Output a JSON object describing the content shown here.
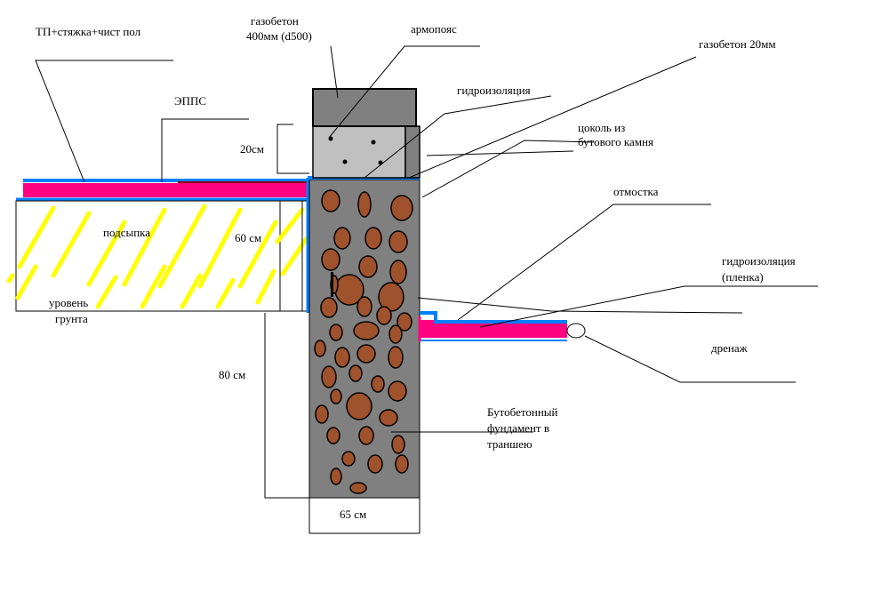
{
  "labels": {
    "tp_floor": "ТП+стяжка+чист пол",
    "gasbeton_400_l1": "газобетон",
    "gasbeton_400_l2": "400мм (d500)",
    "armopoyas": "армопояс",
    "gasbeton_20": "газобетон 20мм",
    "gidroizolyaciya_top": "гидроизоляция",
    "epps": "ЭППС",
    "cokol_l1": "цоколь из",
    "cokol_l2": "бутового камня",
    "dim_20": "20см",
    "otmostka": "отмостка",
    "podsypka": "подсыпка",
    "dim_60": "60 см",
    "gidro_film_l1": "гидроизоляция",
    "gidro_film_l2": "(пленка)",
    "ground_l1": "уровень",
    "ground_l2": "грунта",
    "drenazh": "дренаж",
    "dim_80": "80 см",
    "foundation_l1": "Бутобетонный",
    "foundation_l2": "фундамент в",
    "foundation_l3": "траншею",
    "dim_65": "65 см"
  },
  "colors": {
    "epps": "#ff0080",
    "waterproofing": "#0080ff",
    "fill_hatch": "#ffff00",
    "stone": "#a0522d",
    "concrete": "#808080",
    "block": "#c0c0c0",
    "armopoyas": "#808080"
  }
}
